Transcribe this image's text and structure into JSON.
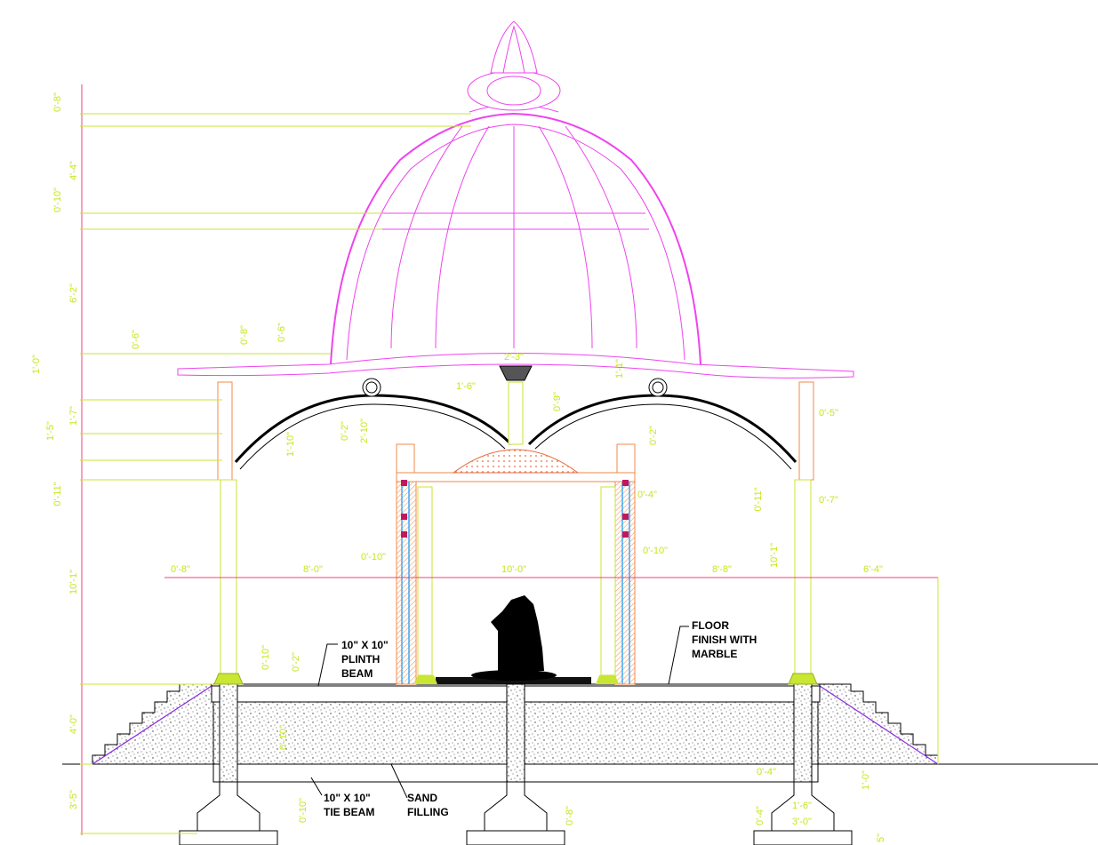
{
  "colors": {
    "dome": "#ee44ee",
    "dimension_text": "#c6e61e",
    "dimension_line": "#e8457a",
    "column": "#f08a4a",
    "annotation": "#000000"
  },
  "left_dimensions": [
    "0'-8\"",
    "4'-4\"",
    "0'-10\"",
    "6'-2\"",
    "1'-0\"",
    "1'-7\"",
    "1'-5\"",
    "0'-11\"",
    "10'-1\"",
    "4'-0\"",
    "3'-5\""
  ],
  "roof_dimensions": [
    "0'-6\"",
    "0'-8\"",
    "0'-6\"",
    "2'-3\"",
    "1'-6\"",
    "0'-9\"",
    "1'-1\"",
    "0'-5\"",
    "0'-7\"",
    "0'-11\"",
    "10'-1\"",
    "0'-4\""
  ],
  "arch_dimensions": [
    "0'-2\"",
    "2'-10\"",
    "1'-10\"",
    "0'-2\""
  ],
  "span_dimensions": [
    "0'-8\"",
    "8'-0\"",
    "0'-10\"",
    "10'-0\"",
    "0'-10\"",
    "8'-8\"",
    "6'-4\""
  ],
  "base_dimensions": [
    "0'-10\"",
    "0'-2\"",
    "0'-10\"",
    "0'-10\"",
    "0'-8\"",
    "0'-4\"",
    "1'-0\"",
    "1'-6\"",
    "3'-0\"",
    "0'-4\"",
    "5\""
  ],
  "annotations": {
    "plinth_beam": [
      "10\" X 10\"",
      "PLINTH",
      "BEAM"
    ],
    "floor_finish": [
      "FLOOR",
      "FINISH WITH",
      "MARBLE"
    ],
    "tie_beam": [
      "10\" X 10\"",
      "TIE BEAM"
    ],
    "sand_filling": [
      "SAND",
      "FILLING"
    ]
  }
}
